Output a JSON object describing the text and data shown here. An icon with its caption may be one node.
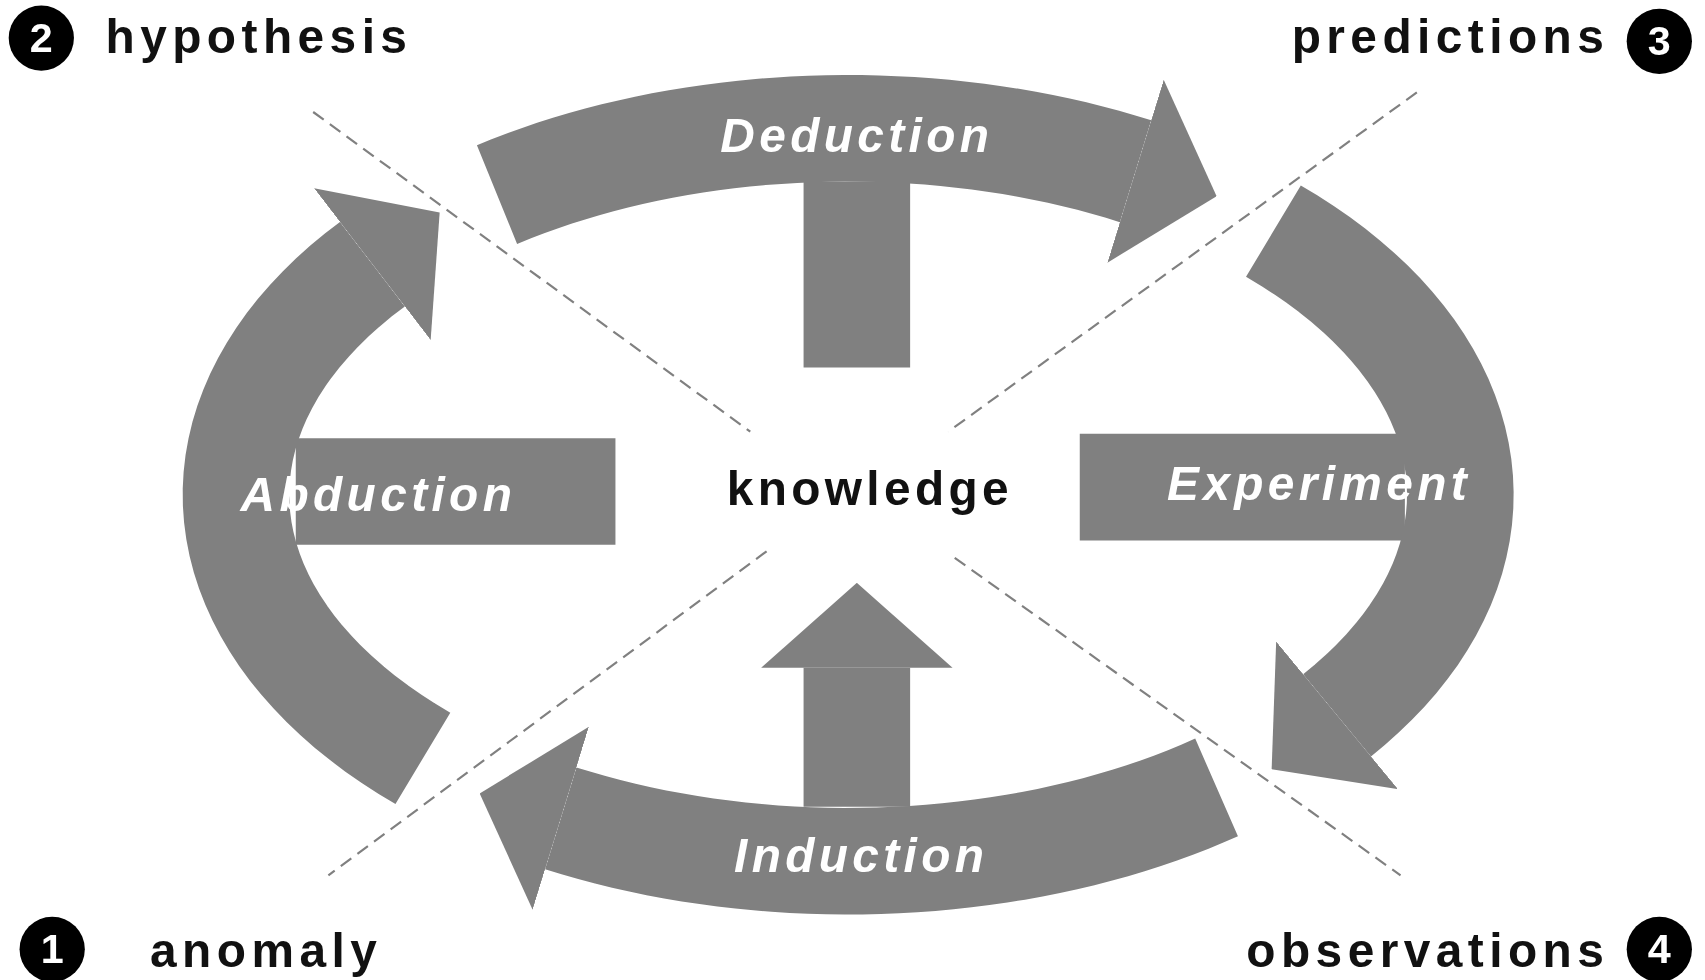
{
  "diagram": {
    "nodes": [
      {
        "text": [
          "2"
        ],
        "beside": [
          "hypothesis"
        ]
      },
      {
        "text": [
          "3"
        ],
        "beside": [
          "predictions"
        ]
      },
      {
        "text": [
          "1"
        ],
        "beside": [
          "anomaly"
        ]
      },
      {
        "text": [
          "4"
        ],
        "beside": [
          "observations"
        ]
      }
    ],
    "labels": [
      "Deduction",
      "Abduction",
      "knowledge",
      "Experiment",
      "Induction"
    ]
  }
}
